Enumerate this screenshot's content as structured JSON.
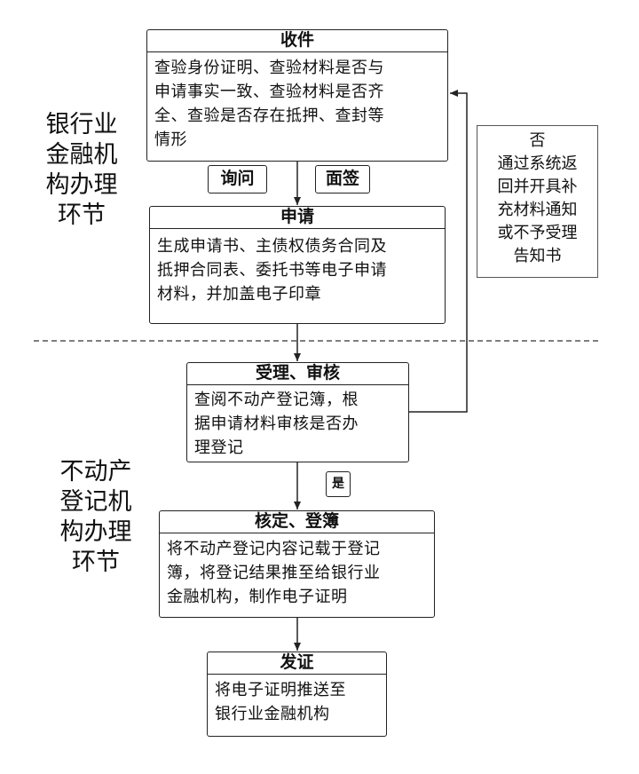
{
  "side_labels": {
    "bank": [
      "银行业",
      "金融机",
      "构办理",
      "环节"
    ],
    "registry": [
      "不动产",
      "登记机",
      "构办理",
      "环节"
    ]
  },
  "steps": {
    "receive": {
      "title": "收件",
      "lines": [
        "查验身份证明、查验材料是否与",
        "申请事实一致、查验材料是否齐",
        "全、查验是否存在抵押、查封等",
        "情形"
      ]
    },
    "apply": {
      "title": "申请",
      "lines": [
        "生成申请书、主债权债务合同及",
        "抵押合同表、委托书等电子申请",
        "材料，并加盖电子印章"
      ]
    },
    "accept": {
      "title": "受理、审核",
      "lines": [
        "查阅不动产登记簿，根",
        "据申请材料审核是否办",
        "理登记"
      ]
    },
    "register": {
      "title": "核定、登簿",
      "lines": [
        "将不动产登记内容记载于登记",
        "簿，将登记结果推至给银行业",
        "金融机构，制作电子证明"
      ]
    },
    "issue": {
      "title": "发证",
      "lines": [
        "将电子证明推送至",
        "银行业金融机构"
      ]
    }
  },
  "tags": {
    "inquiry": "询问",
    "sign": "面签",
    "yes": "是"
  },
  "reject_note": [
    "否",
    "通过系统返",
    "回并开具补",
    "充材料通知",
    "或不予受理",
    "告知书"
  ]
}
